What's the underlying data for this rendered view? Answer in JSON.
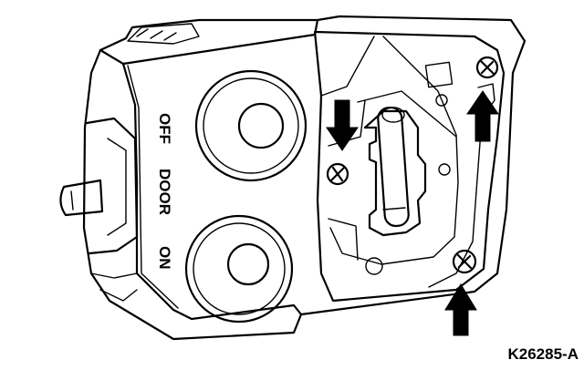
{
  "switch_labels": {
    "off": "OFF",
    "door": "DOOR",
    "on": "ON"
  },
  "figure_id": "K26285-A",
  "icons": [
    "down-arrow-icon",
    "up-arrow-icon",
    "up-arrow-icon",
    "screw-icon",
    "fuse-icon"
  ],
  "colors": {
    "line": "#000000",
    "background": "#ffffff"
  }
}
